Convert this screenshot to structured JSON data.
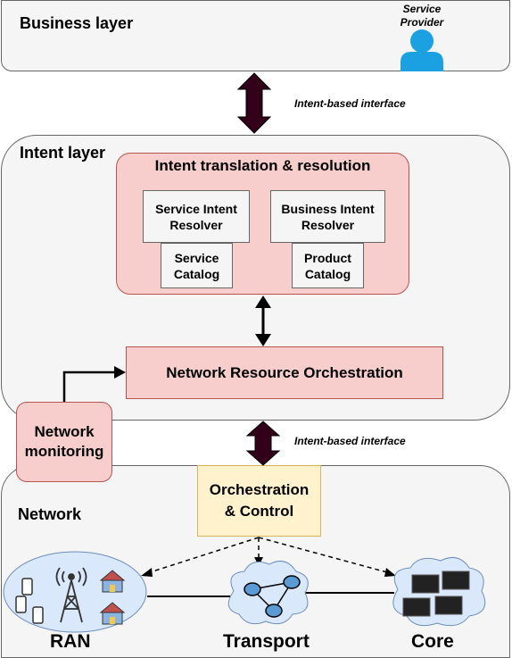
{
  "business_layer": {
    "title": "Business layer",
    "provider_label": "Service\nProvider"
  },
  "interfaces": {
    "top": "Intent-based interface",
    "bottom": "Intent-based interface"
  },
  "intent_layer": {
    "title": "Intent layer",
    "translation_box": {
      "title": "Intent translation & resolution",
      "service_resolver": "Service Intent\nResolver",
      "business_resolver": "Business Intent\nResolver",
      "service_catalog": "Service\nCatalog",
      "product_catalog": "Product\nCatalog"
    },
    "orchestration": "Network Resource Orchestration",
    "monitoring": "Network\nmonitoring"
  },
  "network_layer": {
    "title": "Network",
    "orchestration_control": "Orchestration\n& Control",
    "domains": {
      "ran": "RAN",
      "transport": "Transport",
      "core": "Core"
    }
  },
  "colors": {
    "pink_fill": "#f8cecc",
    "pink_border": "#b85450",
    "yellow_fill": "#fff2cc",
    "yellow_border": "#d6b656",
    "arrow_dark": "#33001a",
    "person": "#1ba1e2",
    "cloud": "#dae8fc"
  }
}
